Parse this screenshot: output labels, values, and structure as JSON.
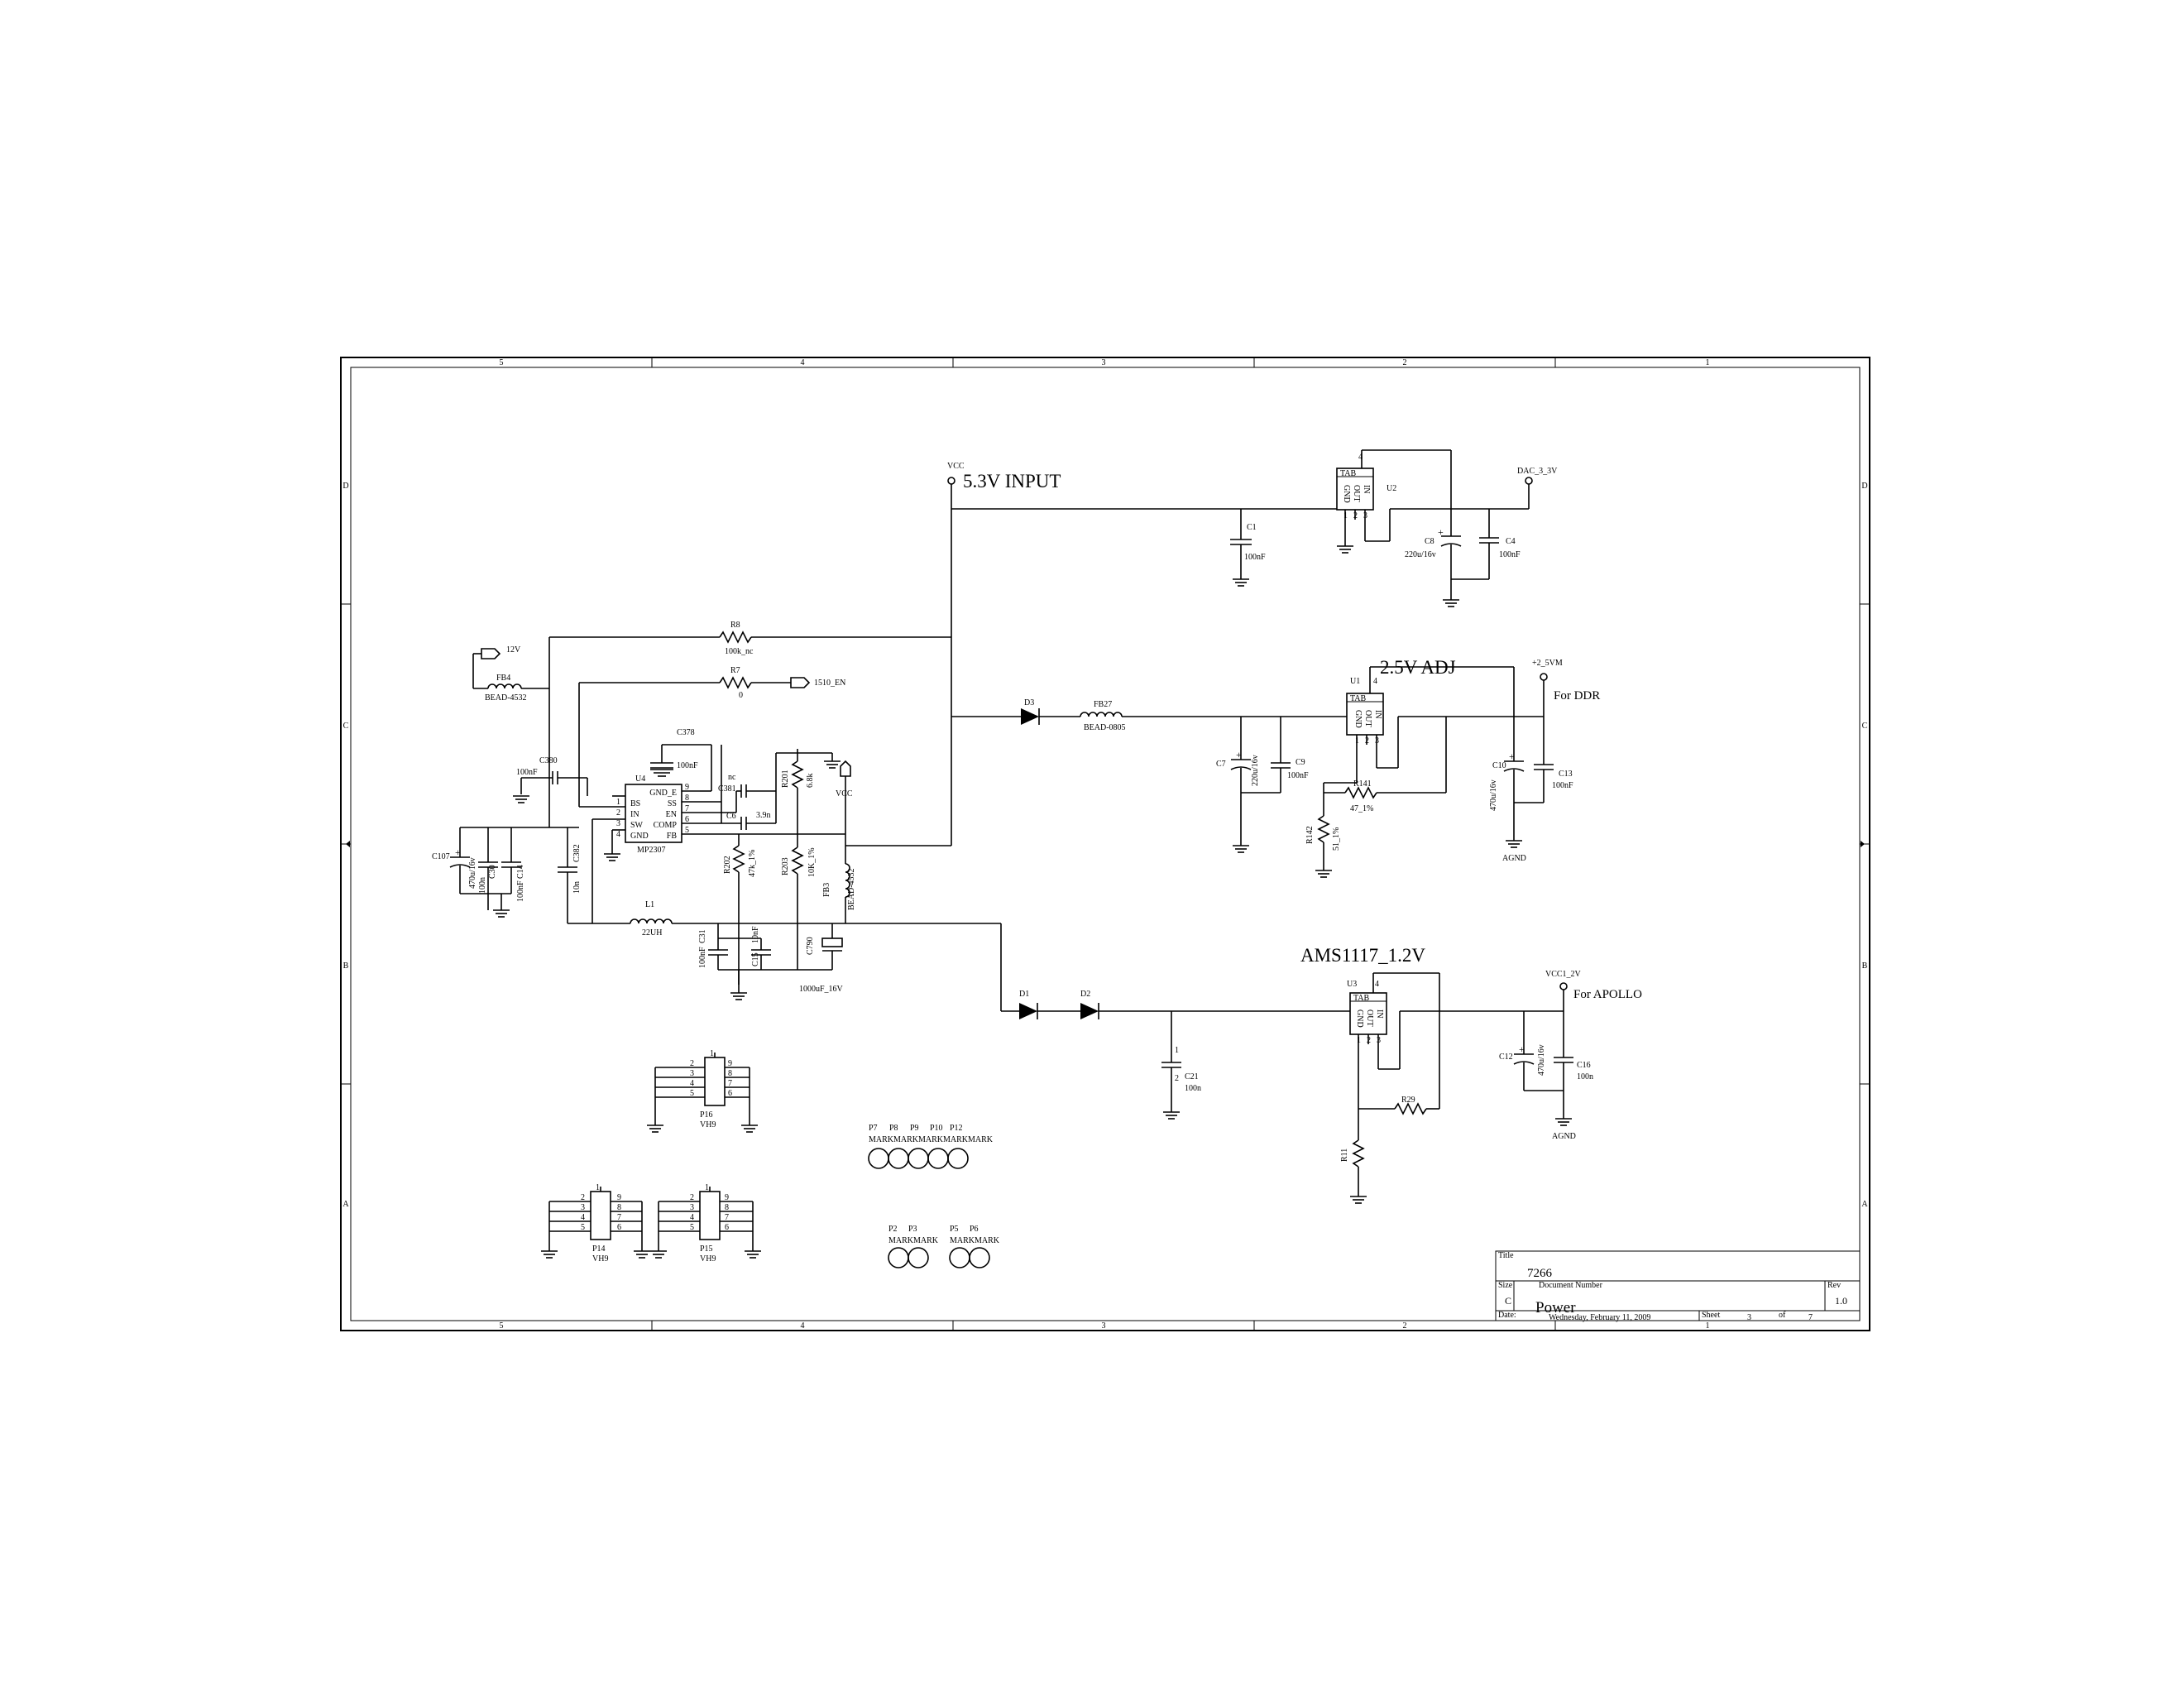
{
  "frame": {
    "col_markers": [
      "5",
      "4",
      "3",
      "2",
      "1"
    ],
    "row_markers": [
      "D",
      "C",
      "B",
      "A"
    ]
  },
  "title_block": {
    "title_label": "Title",
    "title": "7266",
    "size_label": "Size",
    "size": "C",
    "doc_number_label": "Document Number",
    "doc_number": "Power",
    "rev_label": "Rev",
    "rev": "1.0",
    "date_label": "Date:",
    "date": "Wednesday, February 11, 2009",
    "sheet_label": "Sheet",
    "sheet": "3",
    "of_label": "of",
    "of": "7"
  },
  "nets": {
    "vcc_top": "VCC",
    "input_title": "5.3V INPUT",
    "dac": "DAC_3_3V",
    "v12": "12V",
    "en1510": "1510_EN",
    "vcc_mid": "VCC",
    "v25_title": "2.5V ADJ",
    "v25_net": "+2_5VM",
    "for_ddr": "For DDR",
    "agnd_1": "AGND",
    "ams_title": "AMS1117_1.2V",
    "vcc12": "VCC1_2V",
    "for_apollo": "For APOLLO",
    "agnd_2": "AGND"
  },
  "regulators": {
    "u2": {
      "ref": "U2",
      "tab": "TAB",
      "pin_tab": "4",
      "pins": [
        "GND",
        "OUT",
        "IN"
      ],
      "pin_nums": [
        "1",
        "2",
        "3"
      ]
    },
    "u1": {
      "ref": "U1",
      "tab": "TAB",
      "pin_tab": "4",
      "pins": [
        "GND",
        "OUT",
        "IN"
      ],
      "pin_nums": [
        "1",
        "2",
        "3"
      ]
    },
    "u3": {
      "ref": "U3",
      "tab": "TAB",
      "pin_tab": "4",
      "pins": [
        "GND",
        "OUT",
        "IN"
      ],
      "pin_nums": [
        "1",
        "2",
        "3"
      ]
    }
  },
  "mp2307": {
    "ref": "U4",
    "part": "MP2307",
    "left_pins": [
      "BS",
      "IN",
      "SW",
      "GND"
    ],
    "left_nums": [
      "1",
      "2",
      "3",
      "4"
    ],
    "right_pins": [
      "GND_E",
      "SS",
      "EN",
      "COMP",
      "FB"
    ],
    "right_nums": [
      "9",
      "8",
      "7",
      "6",
      "5"
    ]
  },
  "components": {
    "c1": {
      "ref": "C1",
      "value": "100nF"
    },
    "c8": {
      "ref": "C8",
      "value": "220u/16v"
    },
    "c4": {
      "ref": "C4",
      "value": "100nF"
    },
    "r8": {
      "ref": "R8",
      "value": "100k_nc"
    },
    "r7": {
      "ref": "R7",
      "value": "0"
    },
    "fb4": {
      "ref": "FB4",
      "value": "BEAD-4532"
    },
    "c380": {
      "ref": "C380",
      "value": "100nF"
    },
    "c378": {
      "ref": "C378",
      "value": "100nF"
    },
    "c381": {
      "ref": "C381",
      "value": "nc"
    },
    "c6": {
      "ref": "C6",
      "value": "3.9n"
    },
    "r201": {
      "ref": "R201",
      "value": "6.8k"
    },
    "r202": {
      "ref": "R202",
      "value": "47k_1%"
    },
    "r203": {
      "ref": "R203",
      "value": "10K_1%"
    },
    "fb3": {
      "ref": "FB3",
      "value": "BEAD-4532"
    },
    "c107": {
      "ref": "C107",
      "value": "470u/16v"
    },
    "c30": {
      "ref": "C30",
      "value": "100n"
    },
    "c14": {
      "ref": "C14",
      "value": "100nF"
    },
    "c382": {
      "ref": "C382",
      "value": "10n"
    },
    "l1": {
      "ref": "L1",
      "value": "22UH"
    },
    "c31": {
      "ref": "C31",
      "value": "100nF"
    },
    "c15": {
      "ref": "C15",
      "value": "10nF"
    },
    "c790": {
      "ref": "C790",
      "value": "1000uF_16V"
    },
    "d3": {
      "ref": "D3"
    },
    "fb27": {
      "ref": "FB27",
      "value": "BEAD-0805"
    },
    "c7": {
      "ref": "C7",
      "value": "220u/16v"
    },
    "c9": {
      "ref": "C9",
      "value": "100nF"
    },
    "r141": {
      "ref": "R141",
      "value": "47_1%"
    },
    "r142": {
      "ref": "R142",
      "value": "51_1%"
    },
    "c10": {
      "ref": "C10",
      "value": "470u/16v"
    },
    "c13": {
      "ref": "C13",
      "value": "100nF"
    },
    "d1": {
      "ref": "D1"
    },
    "d2": {
      "ref": "D2"
    },
    "c21": {
      "ref": "C21",
      "value": "100n",
      "pin1": "1",
      "pin2": "2"
    },
    "r29": {
      "ref": "R29"
    },
    "r11": {
      "ref": "R11"
    },
    "c12": {
      "ref": "C12",
      "value": "470u/16v"
    },
    "c16": {
      "ref": "C16",
      "value": "100n"
    }
  },
  "headers": {
    "p16": {
      "ref": "P16",
      "part": "VH9",
      "left": [
        "2",
        "3",
        "4",
        "5"
      ],
      "right": [
        "9",
        "8",
        "7",
        "6"
      ],
      "top": "1"
    },
    "p14": {
      "ref": "P14",
      "part": "VH9",
      "left": [
        "2",
        "3",
        "4",
        "5"
      ],
      "right": [
        "9",
        "8",
        "7",
        "6"
      ],
      "top": "1"
    },
    "p15": {
      "ref": "P15",
      "part": "VH9",
      "left": [
        "2",
        "3",
        "4",
        "5"
      ],
      "right": [
        "9",
        "8",
        "7",
        "6"
      ],
      "top": "1"
    }
  },
  "marks_row1": {
    "refs": [
      "P7",
      "P8",
      "P9",
      "P10",
      "P12"
    ],
    "label": "MARKMARKMARKMARKMARK"
  },
  "marks_row2": {
    "refs_a": [
      "P2",
      "P3"
    ],
    "label_a": "MARKMARK",
    "refs_b": [
      "P5",
      "P6"
    ],
    "label_b": "MARKMARK"
  }
}
